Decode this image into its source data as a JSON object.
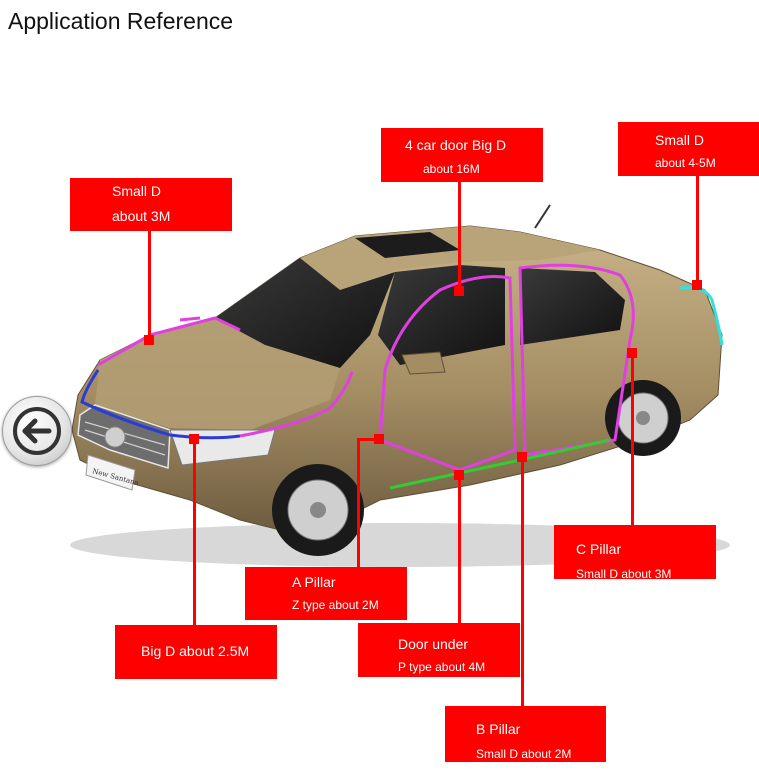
{
  "title": "Application Reference",
  "car_badge": "New Santana",
  "labels": {
    "hood": {
      "line1": "Small D",
      "line2": "about 3M"
    },
    "doors": {
      "line1": "4 car door Big D",
      "line2": "about 16M"
    },
    "rear": {
      "line1": "Small D",
      "line2": "about 4-5M"
    },
    "big_d": {
      "line1": "Big D about 2.5M"
    },
    "a_pillar": {
      "line1": "A Pillar",
      "line2": "Z type about 2M"
    },
    "door_under": {
      "line1": "Door under",
      "line2": "P type about 4M"
    },
    "b_pillar": {
      "line1": "B Pillar",
      "line2": "Small D about 2M"
    },
    "c_pillar": {
      "line1": "C Pillar",
      "line2": "Small D about 3M"
    }
  },
  "colors": {
    "label_bg": "#ff0000",
    "seal_magenta": "#e040e0",
    "seal_blue": "#2b3cd6",
    "seal_green": "#33cc33",
    "seal_cyan": "#33e0e0",
    "car_body": "#a8926a"
  },
  "icons": {
    "back": "left-arrow-icon"
  }
}
